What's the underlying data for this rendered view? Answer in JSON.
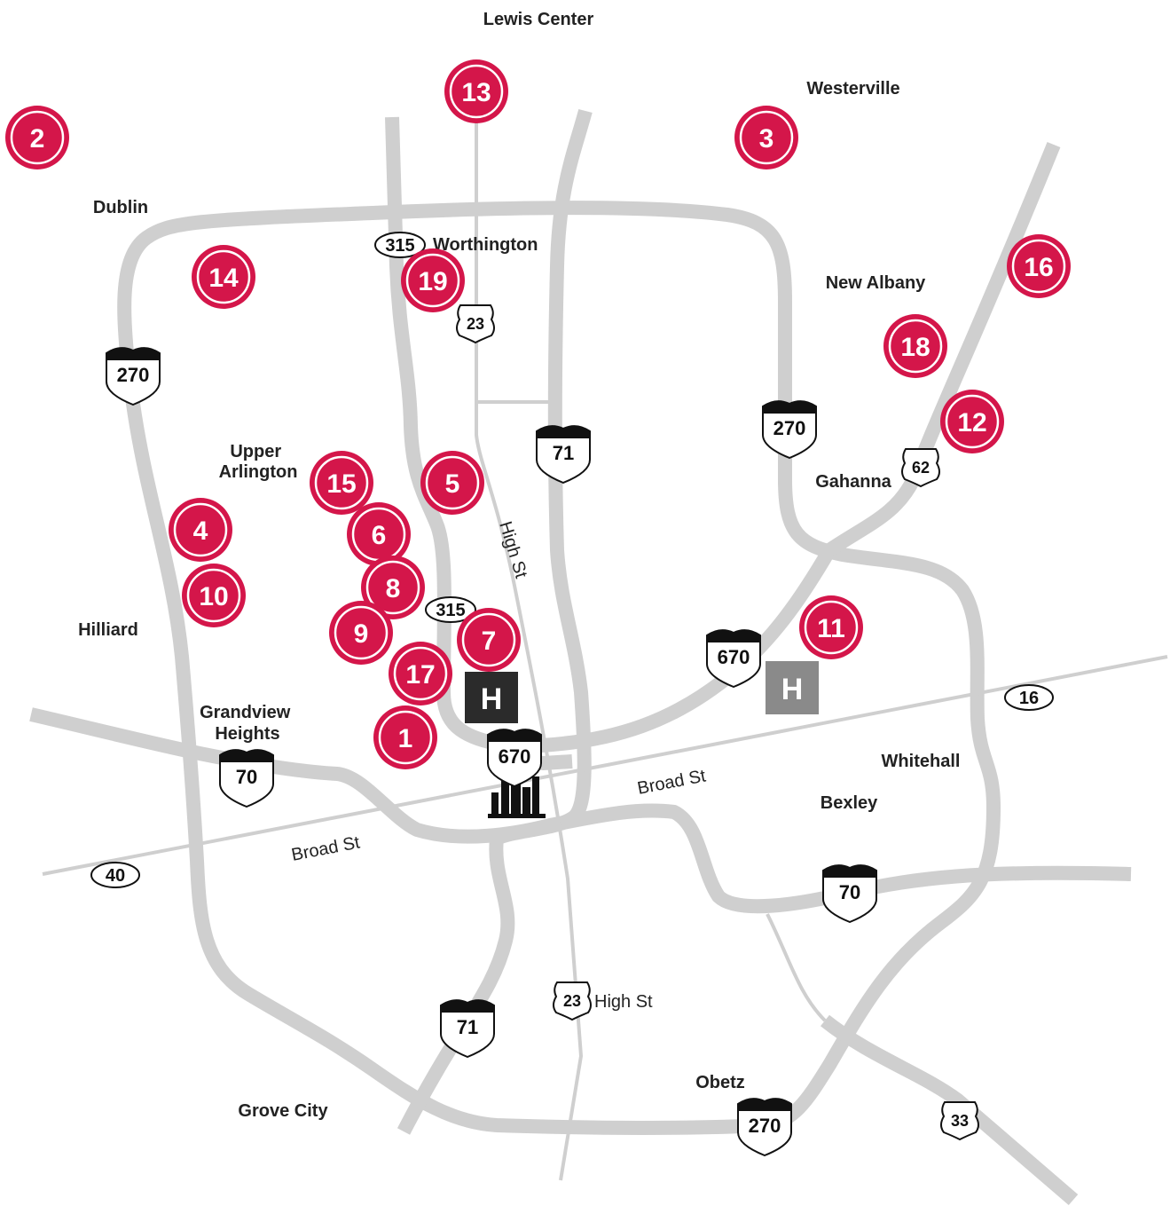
{
  "map": {
    "colors": {
      "marker": "#d4164a",
      "road": "#cfcfcf",
      "hospital_primary": "#2b2b2b",
      "hospital_secondary": "#8a8a8a",
      "text": "#222222"
    },
    "places": [
      {
        "id": "lewis-center",
        "lines": [
          "Lewis Center"
        ]
      },
      {
        "id": "westerville",
        "lines": [
          "Westerville"
        ]
      },
      {
        "id": "dublin",
        "lines": [
          "Dublin"
        ]
      },
      {
        "id": "worthington",
        "lines": [
          "Worthington"
        ]
      },
      {
        "id": "new-albany",
        "lines": [
          "New Albany"
        ]
      },
      {
        "id": "upper-arlington",
        "lines": [
          "Upper",
          "Arlington"
        ]
      },
      {
        "id": "gahanna",
        "lines": [
          "Gahanna"
        ]
      },
      {
        "id": "hilliard",
        "lines": [
          "Hilliard"
        ]
      },
      {
        "id": "grandview-heights",
        "lines": [
          "Grandview",
          "Heights"
        ]
      },
      {
        "id": "whitehall",
        "lines": [
          "Whitehall"
        ]
      },
      {
        "id": "bexley",
        "lines": [
          "Bexley"
        ]
      },
      {
        "id": "obetz",
        "lines": [
          "Obetz"
        ]
      },
      {
        "id": "grove-city",
        "lines": [
          "Grove City"
        ]
      }
    ],
    "streets": [
      {
        "id": "high-st-north",
        "text": "High St"
      },
      {
        "id": "broad-st-east",
        "text": "Broad St"
      },
      {
        "id": "broad-st-west",
        "text": "Broad St"
      },
      {
        "id": "high-st-south",
        "text": "High St"
      }
    ],
    "markers": [
      "1",
      "2",
      "3",
      "4",
      "5",
      "6",
      "7",
      "8",
      "9",
      "10",
      "11",
      "12",
      "13",
      "14",
      "15",
      "16",
      "17",
      "18",
      "19"
    ],
    "shields": {
      "interstate": [
        {
          "id": "i270-west",
          "label": "270"
        },
        {
          "id": "i270-east",
          "label": "270"
        },
        {
          "id": "i270-south",
          "label": "270"
        },
        {
          "id": "i71-north",
          "label": "71"
        },
        {
          "id": "i71-south",
          "label": "71"
        },
        {
          "id": "i670-east",
          "label": "670"
        },
        {
          "id": "i670-center",
          "label": "670"
        },
        {
          "id": "i70-west",
          "label": "70"
        },
        {
          "id": "i70-east",
          "label": "70"
        }
      ],
      "us": [
        {
          "id": "us23-north",
          "label": "23"
        },
        {
          "id": "us23-south",
          "label": "23"
        },
        {
          "id": "us62",
          "label": "62"
        },
        {
          "id": "us33",
          "label": "33"
        }
      ],
      "state": [
        {
          "id": "sr315-north",
          "label": "315"
        },
        {
          "id": "sr315-south",
          "label": "315"
        },
        {
          "id": "sr16",
          "label": "16"
        },
        {
          "id": "sr40",
          "label": "40"
        }
      ]
    },
    "hospitals": [
      {
        "id": "hospital-downtown",
        "label": "H"
      },
      {
        "id": "hospital-east",
        "label": "H"
      }
    ],
    "icons": [
      "downtown-skyline-icon",
      "hospital-icon",
      "interstate-shield-icon",
      "us-route-shield-icon",
      "state-route-oval-icon"
    ]
  }
}
